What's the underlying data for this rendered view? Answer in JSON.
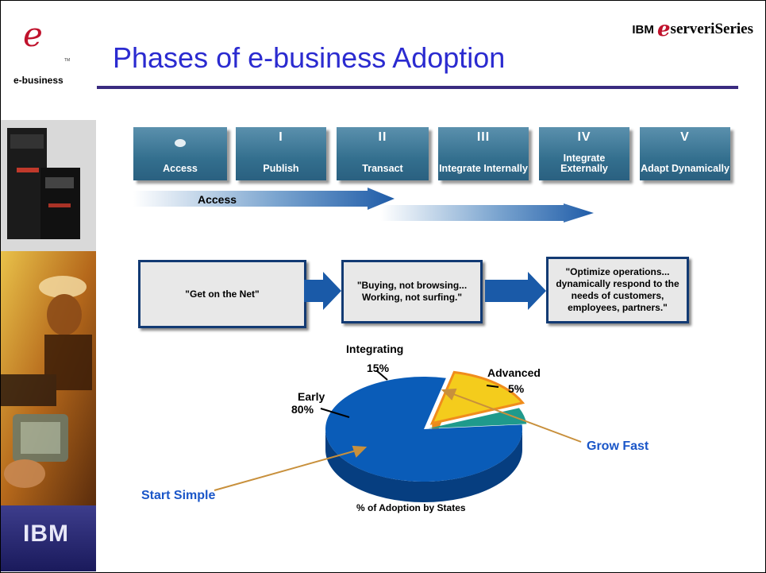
{
  "header": {
    "brand_prefix": "IBM",
    "brand_e": "e",
    "brand_suffix": "serveriSeries",
    "title": "Phases of e-business Adoption"
  },
  "sidebar": {
    "logo_letter": "e",
    "logo_tm": "TM",
    "logo_text": "e-business",
    "ibm_logo": "IBM"
  },
  "phases": [
    {
      "num": "0",
      "label": "Access"
    },
    {
      "num": "I",
      "label": "Publish"
    },
    {
      "num": "II",
      "label": "Transact"
    },
    {
      "num": "III",
      "label": "Integrate Internally"
    },
    {
      "num": "IV",
      "label": "Integrate Externally"
    },
    {
      "num": "V",
      "label": "Adapt Dynamically"
    }
  ],
  "arrow_label": "Access",
  "quotes": [
    "\"Get on the Net\"",
    "\"Buying, not browsing... Working, not surfing.\"",
    "\"Optimize operations... dynamically respond to the needs of customers, employees, partners.\""
  ],
  "callouts": {
    "start_simple": "Start Simple",
    "grow_fast": "Grow Fast"
  },
  "colors": {
    "title": "#2b2bd0",
    "early": "#0a5cb8",
    "integrating": "#f4cc1c",
    "advanced": "#1f9a8c",
    "callout": "#1a56c8",
    "arrow": "#c8903c"
  },
  "chart_data": {
    "type": "pie",
    "title": "% of Adoption by States",
    "slices": [
      {
        "label": "Early",
        "value": 80,
        "value_label": "80%"
      },
      {
        "label": "Integrating",
        "value": 15,
        "value_label": "15%"
      },
      {
        "label": "Advanced",
        "value": 5,
        "value_label": "5%"
      }
    ]
  }
}
